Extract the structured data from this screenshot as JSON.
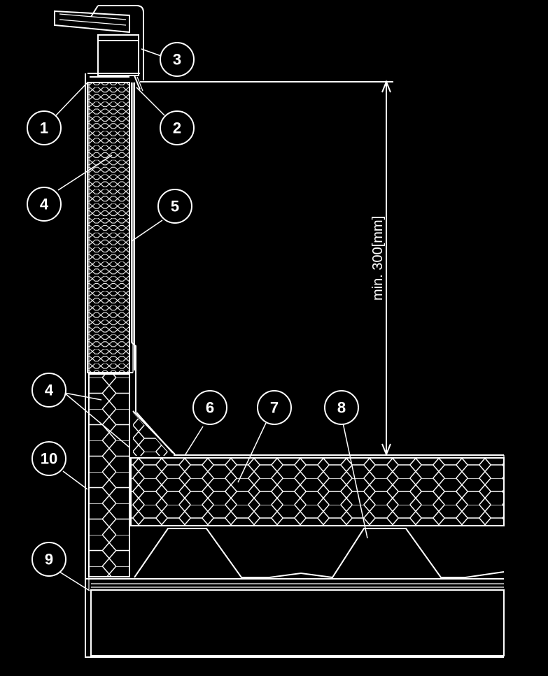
{
  "colors": {
    "background": "#000000",
    "line": "#ffffff"
  },
  "dimension": {
    "label": "min. 300[mm]"
  },
  "callouts": [
    {
      "id": "1",
      "label": "1"
    },
    {
      "id": "2",
      "label": "2"
    },
    {
      "id": "3",
      "label": "3"
    },
    {
      "id": "4a",
      "label": "4"
    },
    {
      "id": "5",
      "label": "5"
    },
    {
      "id": "4b",
      "label": "4"
    },
    {
      "id": "6",
      "label": "6"
    },
    {
      "id": "7",
      "label": "7"
    },
    {
      "id": "8",
      "label": "8"
    },
    {
      "id": "10",
      "label": "10"
    },
    {
      "id": "9",
      "label": "9"
    }
  ]
}
